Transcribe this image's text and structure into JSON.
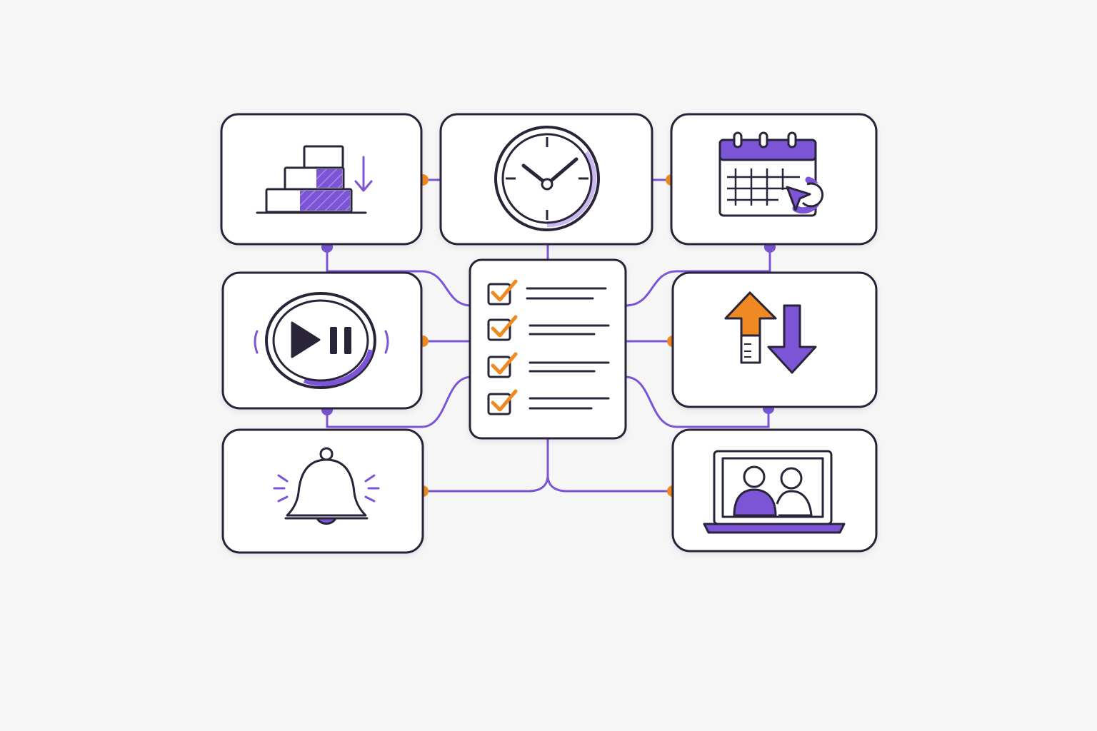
{
  "colors": {
    "background": "#f6f6f7",
    "ink": "#2a2438",
    "purple": "#7b55d6",
    "orange": "#ef8a22",
    "card": "#ffffff"
  },
  "nodes": [
    {
      "id": "stack",
      "icon": "stacked-blocks-sort-icon"
    },
    {
      "id": "clock",
      "icon": "clock-icon"
    },
    {
      "id": "calendar",
      "icon": "calendar-refresh-icon"
    },
    {
      "id": "media",
      "icon": "play-pause-icon"
    },
    {
      "id": "checklist",
      "icon": "checklist-icon",
      "checked_items": 4
    },
    {
      "id": "transfer",
      "icon": "up-down-arrows-icon"
    },
    {
      "id": "alert",
      "icon": "bell-icon"
    },
    {
      "id": "meeting",
      "icon": "laptop-video-call-icon"
    }
  ]
}
